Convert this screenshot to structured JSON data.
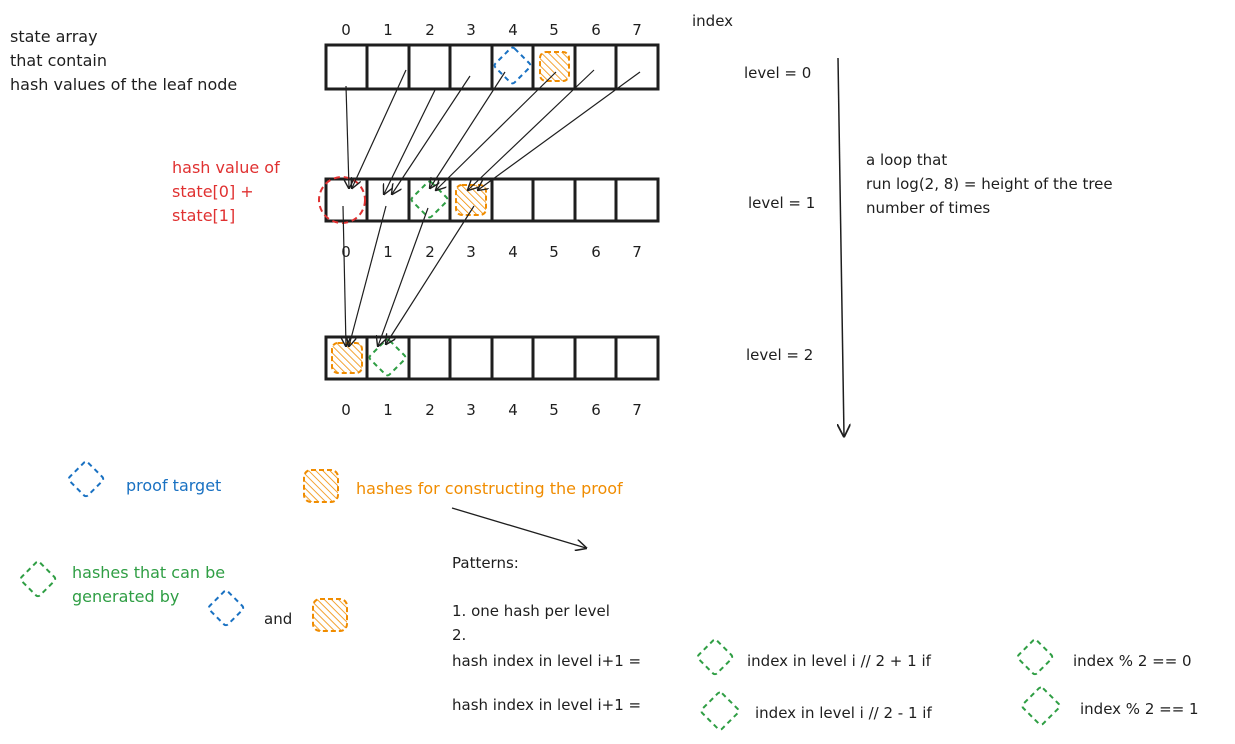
{
  "colors": {
    "ink": "#1e1e1e",
    "red": "#e03131",
    "blue": "#1971c2",
    "orange": "#f08c00",
    "green": "#2f9e44"
  },
  "indices": [
    "0",
    "1",
    "2",
    "3",
    "4",
    "5",
    "6",
    "7"
  ],
  "header": {
    "index_label": "index",
    "state_desc": [
      "state array",
      "that contain",
      "hash values of the leaf node"
    ]
  },
  "levels": {
    "level0": "level = 0",
    "level1": "level = 1",
    "level2": "level = 2"
  },
  "loop_note": [
    "a loop that",
    "run log(2, 8) = height of the tree",
    "number of times"
  ],
  "red_note": [
    "hash value of",
    "state[0] +",
    "state[1]"
  ],
  "legend": {
    "proof_target": "proof target",
    "hashes_for_proof": "hashes for constructing the proof",
    "generated_line1": "hashes that can be",
    "generated_line2": "generated by",
    "and_word": "and"
  },
  "patterns": {
    "title": "Patterns:",
    "item1": "1. one hash per level",
    "item2": "2.",
    "rule1_prefix": "hash index in level i+1 =",
    "rule1_middle": "index in level i // 2  + 1 if",
    "rule1_suffix": "index % 2 == 0",
    "rule2_prefix": "hash index in level i+1 =",
    "rule2_middle": "index in level i // 2 - 1  if",
    "rule2_suffix": "index % 2 == 1"
  }
}
